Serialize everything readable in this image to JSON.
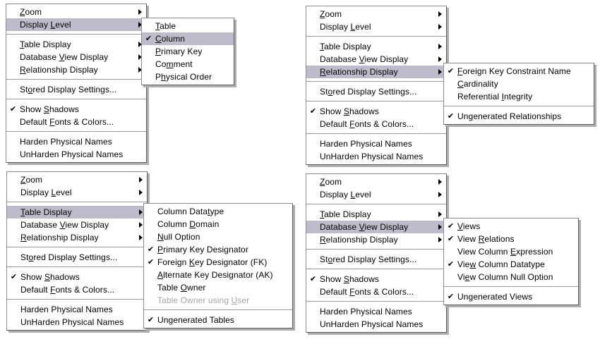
{
  "colors": {
    "page_bg": "#FFFFFF",
    "menu_bg": "#FFFFFF",
    "text": "#000000",
    "disabled_text": "#A6A6A6",
    "highlight_bg": "#BEBCCA",
    "separator": "#9A9A9A",
    "border_light": "#8C8C8C",
    "border_dark": "#5E5E5E",
    "shadow": "#ADADAD"
  },
  "icons": {
    "checkmark": "✔",
    "submenu_arrow": "right-triangle"
  },
  "menus": [
    {
      "name": "context-menu-display-level",
      "items": [
        {
          "label": "Zoom",
          "u": 0,
          "arrow": true
        },
        {
          "label": "Display Level",
          "u": 8,
          "arrow": true,
          "hl": true
        },
        {
          "sep": true
        },
        {
          "label": "Table Display",
          "u": 0,
          "arrow": true
        },
        {
          "label": "Database View Display",
          "u": 9,
          "arrow": true
        },
        {
          "label": "Relationship Display",
          "u": 0,
          "arrow": true
        },
        {
          "sep": true
        },
        {
          "label": "Stored Display Settings...",
          "u": 2
        },
        {
          "sep": true
        },
        {
          "label": "Show Shadows",
          "u": 5,
          "checked": true
        },
        {
          "label": "Default Fonts & Colors...",
          "u": 8
        },
        {
          "sep": true
        },
        {
          "label": "Harden Physical Names"
        },
        {
          "label": "UnHarden Physical Names"
        }
      ],
      "submenu": {
        "name": "submenu-display-level",
        "items": [
          {
            "label": "Table",
            "u": 0
          },
          {
            "label": "Column",
            "u": 0,
            "checked": true,
            "hl": true
          },
          {
            "label": "Primary Key",
            "u": 0
          },
          {
            "label": "Comment",
            "u": 2
          },
          {
            "label": "Physical Order",
            "u": 1
          }
        ]
      }
    },
    {
      "name": "context-menu-relationship-display",
      "items": [
        {
          "label": "Zoom",
          "u": 0,
          "arrow": true
        },
        {
          "label": "Display Level",
          "u": 8,
          "arrow": true
        },
        {
          "sep": true
        },
        {
          "label": "Table Display",
          "u": 0,
          "arrow": true
        },
        {
          "label": "Database View Display",
          "u": 9,
          "arrow": true
        },
        {
          "label": "Relationship Display",
          "u": 0,
          "arrow": true,
          "hl": true
        },
        {
          "sep": true
        },
        {
          "label": "Stored Display Settings...",
          "u": 2
        },
        {
          "sep": true
        },
        {
          "label": "Show Shadows",
          "u": 5,
          "checked": true
        },
        {
          "label": "Default Fonts & Colors...",
          "u": 8
        },
        {
          "sep": true
        },
        {
          "label": "Harden Physical Names"
        },
        {
          "label": "UnHarden Physical Names"
        }
      ],
      "submenu": {
        "name": "submenu-relationship-display",
        "items": [
          {
            "label": "Foreign Key Constraint Name",
            "u": 0,
            "checked": true
          },
          {
            "label": "Cardinality",
            "u": 0
          },
          {
            "label": "Referential Integrity",
            "u": 12
          },
          {
            "sep": true
          },
          {
            "label": "Ungenerated Relationships",
            "u": 2,
            "checked": true
          }
        ]
      }
    },
    {
      "name": "context-menu-table-display",
      "items": [
        {
          "label": "Zoom",
          "u": 0,
          "arrow": true
        },
        {
          "label": "Display Level",
          "u": 8,
          "arrow": true
        },
        {
          "sep": true
        },
        {
          "label": "Table Display",
          "u": 0,
          "arrow": true,
          "hl": true
        },
        {
          "label": "Database View Display",
          "u": 9,
          "arrow": true
        },
        {
          "label": "Relationship Display",
          "u": 0,
          "arrow": true
        },
        {
          "sep": true
        },
        {
          "label": "Stored Display Settings...",
          "u": 2
        },
        {
          "sep": true
        },
        {
          "label": "Show Shadows",
          "u": 5,
          "checked": true
        },
        {
          "label": "Default Fonts & Colors...",
          "u": 8
        },
        {
          "sep": true
        },
        {
          "label": "Harden Physical Names"
        },
        {
          "label": "UnHarden Physical Names"
        }
      ],
      "submenu": {
        "name": "submenu-table-display",
        "items": [
          {
            "label": "Column Datatype",
            "u": 11
          },
          {
            "label": "Column Domain",
            "u": 7
          },
          {
            "label": "Null Option",
            "u": 0
          },
          {
            "label": "Primary Key Designator",
            "u": 0,
            "checked": true
          },
          {
            "label": "Foreign Key Designator (FK)",
            "u": 8,
            "checked": true
          },
          {
            "label": "Alternate Key Designator (AK)",
            "u": 0
          },
          {
            "label": "Table Owner",
            "u": 6
          },
          {
            "label": "Table Owner using User",
            "u": 18,
            "disabled": true
          },
          {
            "sep": true
          },
          {
            "label": "Ungenerated Tables",
            "u": 2,
            "checked": true
          }
        ]
      }
    },
    {
      "name": "context-menu-database-view-display",
      "items": [
        {
          "label": "Zoom",
          "u": 0,
          "arrow": true
        },
        {
          "label": "Display Level",
          "u": 8,
          "arrow": true
        },
        {
          "sep": true
        },
        {
          "label": "Table Display",
          "u": 0,
          "arrow": true
        },
        {
          "label": "Database View Display",
          "u": 9,
          "arrow": true,
          "hl": true
        },
        {
          "label": "Relationship Display",
          "u": 0,
          "arrow": true
        },
        {
          "sep": true
        },
        {
          "label": "Stored Display Settings...",
          "u": 2
        },
        {
          "sep": true
        },
        {
          "label": "Show Shadows",
          "u": 5,
          "checked": true
        },
        {
          "label": "Default Fonts & Colors...",
          "u": 8
        },
        {
          "sep": true
        },
        {
          "label": "Harden Physical Names"
        },
        {
          "label": "UnHarden Physical Names"
        }
      ],
      "submenu": {
        "name": "submenu-database-view-display",
        "items": [
          {
            "label": "Views",
            "u": 0,
            "checked": true
          },
          {
            "label": "View Relations",
            "u": 5,
            "checked": true
          },
          {
            "label": "View Column Expression",
            "u": 12
          },
          {
            "label": "View Column Datatype",
            "u": 3,
            "checked": true
          },
          {
            "label": "View Column Null Option",
            "u": 2
          },
          {
            "sep": true
          },
          {
            "label": "Ungenerated Views",
            "u": 2,
            "checked": true
          }
        ]
      }
    }
  ]
}
